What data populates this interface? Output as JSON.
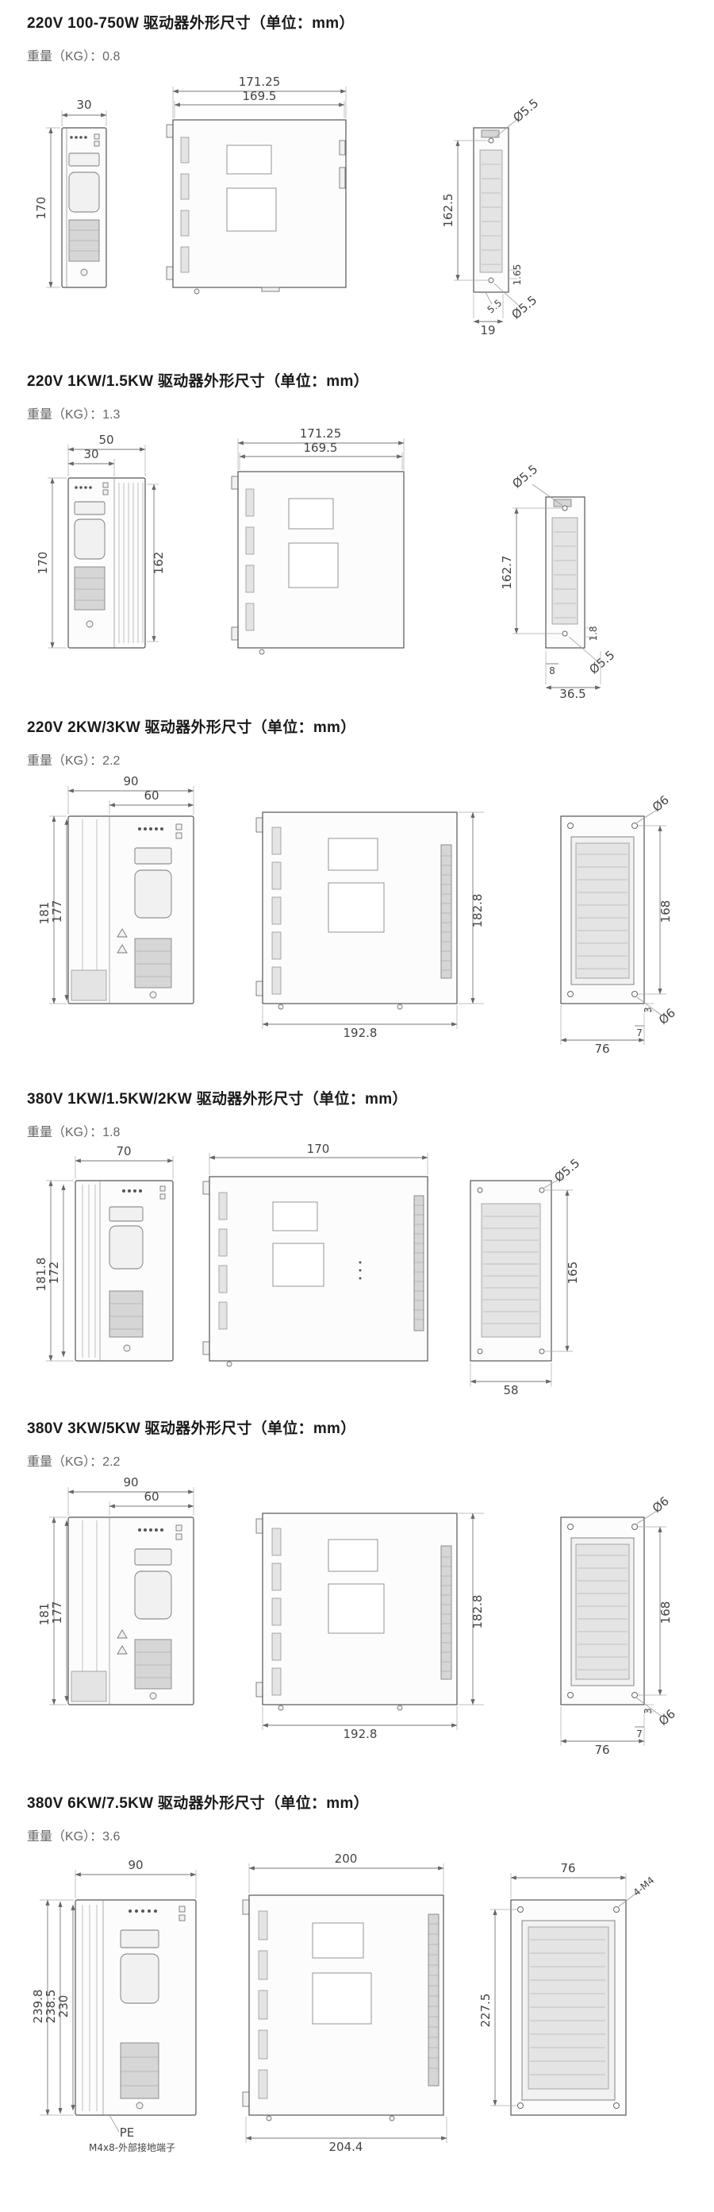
{
  "sections": [
    {
      "title": "220V 100-750W 驱动器外形尺寸（单位：mm）",
      "weight_label": "重量（KG）：0.8",
      "dims": {
        "front_width": "30",
        "front_height": "170",
        "side_width_outer": "171.25",
        "side_width_inner": "169.5",
        "top_hole_dia": "Ø5.5",
        "mount_hole_pitch": "162.5",
        "bottom_lip": "1.65",
        "bottom_slot": "5.5",
        "bottom_hole_dia": "Ø5.5",
        "bottom_offset": "19"
      }
    },
    {
      "title": "220V 1KW/1.5KW 驱动器外形尺寸（单位：mm）",
      "weight_label": "重量（KG）：1.3",
      "dims": {
        "front_width_outer": "50",
        "front_width_inner": "30",
        "front_height": "170",
        "front_hole_pitch": "162",
        "side_width_outer": "171.25",
        "side_width_inner": "169.5",
        "top_hole_dia": "Ø5.5",
        "mount_hole_pitch": "162.7",
        "bottom_lip": "1.8",
        "bottom_offset_small": "8",
        "bottom_hole_dia": "Ø5.5",
        "bottom_offset": "36.5"
      }
    },
    {
      "title": "220V 2KW/3KW 驱动器外形尺寸（单位：mm）",
      "weight_label": "重量（KG）：2.2",
      "dims": {
        "front_width_outer": "90",
        "front_width_inner": "60",
        "front_height_outer": "181",
        "front_height_inner": "177",
        "side_height": "182.8",
        "side_width": "192.8",
        "top_hole_dia": "Ø6",
        "mount_hole_pitch": "168",
        "bottom_hole_dia": "Ø6",
        "bottom_edge": "3",
        "bottom_hole_offset": "7",
        "rear_width": "76"
      }
    },
    {
      "title": "380V 1KW/1.5KW/2KW 驱动器外形尺寸（单位：mm）",
      "weight_label": "重量（KG）：1.8",
      "dims": {
        "front_width": "70",
        "front_height_outer": "181.8",
        "front_height_inner": "172",
        "side_width": "170",
        "top_hole_dia": "Ø5.5",
        "mount_hole_pitch": "165",
        "rear_width": "58"
      }
    },
    {
      "title": "380V 3KW/5KW 驱动器外形尺寸（单位：mm）",
      "weight_label": "重量（KG）：2.2",
      "dims": {
        "front_width_outer": "90",
        "front_width_inner": "60",
        "front_height_outer": "181",
        "front_height_inner": "177",
        "side_height": "182.8",
        "side_width": "192.8",
        "top_hole_dia": "Ø6",
        "mount_hole_pitch": "168",
        "bottom_hole_dia": "Ø6",
        "bottom_edge": "3",
        "bottom_hole_offset": "7",
        "rear_width": "76"
      }
    },
    {
      "title": "380V 6KW/7.5KW 驱动器外形尺寸（单位：mm）",
      "weight_label": "重量（KG）：3.6",
      "dims": {
        "front_width": "90",
        "front_height_outer": "239.8",
        "front_height_mid": "238.5",
        "front_height_inner": "230",
        "side_width_top": "200",
        "side_width_bottom": "204.4",
        "rear_width": "76",
        "mount_hole_pitch": "227.5",
        "corner_note": "4-M4",
        "pe_label": "PE",
        "pe_note": "M4x8-外部接地端子"
      }
    }
  ]
}
